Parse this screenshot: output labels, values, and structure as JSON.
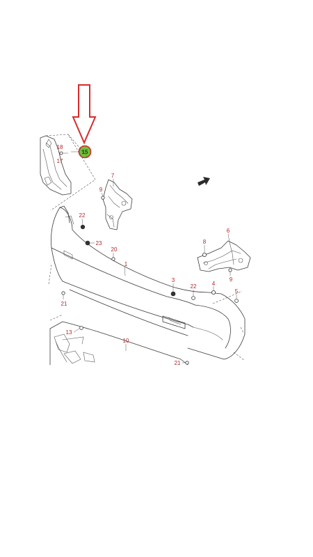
{
  "diagram": {
    "highlight": {
      "number": "15",
      "badge_color": "#6ec03c",
      "ring_color": "#d62b2b"
    },
    "arrow": {
      "color": "#d62b2b"
    },
    "label_color": "#b0262a",
    "part_labels": {
      "p1": "1",
      "p3": "3",
      "p4": "4",
      "p5": "5",
      "p6": "6",
      "p7": "7",
      "p8": "8",
      "p9a": "9",
      "p9b": "9",
      "p10": "10",
      "p13": "13",
      "p17": "17",
      "p18": "18",
      "p20": "20",
      "p21a": "21",
      "p21b": "21",
      "p22a": "22",
      "p22b": "22",
      "p23": "23"
    }
  }
}
